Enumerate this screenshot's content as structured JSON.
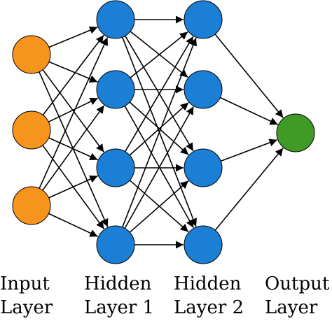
{
  "colors": {
    "input": "#f7941d",
    "hidden": "#1b7fd6",
    "output": "#3f9a26",
    "edge": "#000000",
    "node_stroke": "#000000"
  },
  "layers": [
    {
      "id": "input",
      "role": "input",
      "nodes": 3,
      "label_lines": [
        "Input",
        "Layer"
      ]
    },
    {
      "id": "hidden1",
      "role": "hidden",
      "nodes": 4,
      "label_lines": [
        "Hidden",
        "Layer 1"
      ]
    },
    {
      "id": "hidden2",
      "role": "hidden",
      "nodes": 4,
      "label_lines": [
        "Hidden",
        "Layer 2"
      ]
    },
    {
      "id": "output",
      "role": "output",
      "nodes": 1,
      "label_lines": [
        "Output",
        "Layer"
      ]
    }
  ],
  "connectivity": "fully-connected",
  "edge_style": "arrow"
}
